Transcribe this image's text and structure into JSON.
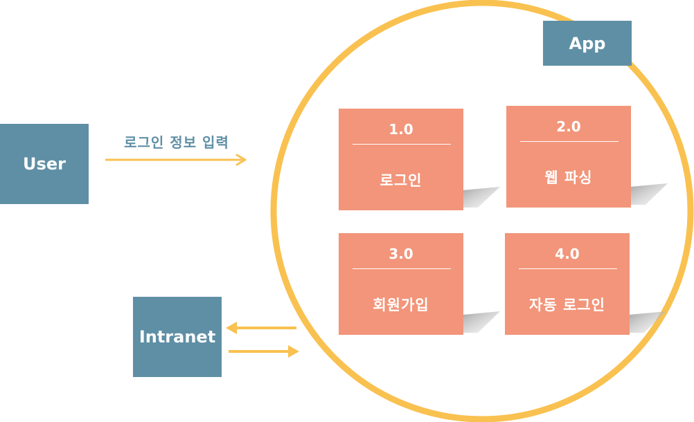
{
  "entities": {
    "user": "User",
    "intranet": "Intranet",
    "app": "App"
  },
  "flows": {
    "user_to_app": "로그인 정보 입력"
  },
  "processes": [
    {
      "number": "1.0",
      "name": "로그인"
    },
    {
      "number": "2.0",
      "name": "웹 파싱"
    },
    {
      "number": "3.0",
      "name": "회원가입"
    },
    {
      "number": "4.0",
      "name": "자동 로그인"
    }
  ],
  "colors": {
    "entity": "#5f8fa5",
    "process": "#f2957a",
    "boundary": "#f9c150",
    "arrow": "#f9c150"
  }
}
